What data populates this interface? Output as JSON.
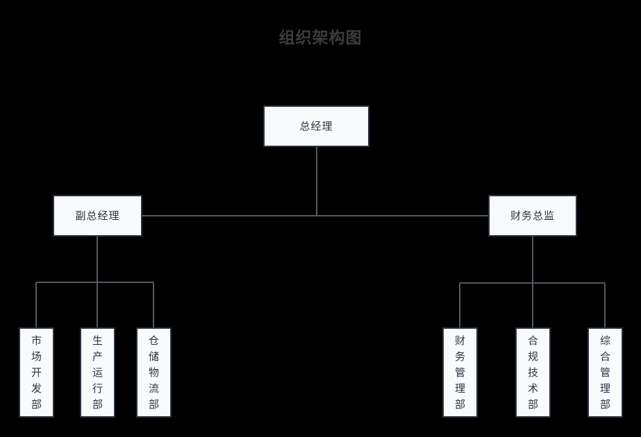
{
  "chart_data": {
    "type": "diagram",
    "diagram_kind": "organizational-chart",
    "title": "组织架构图",
    "orientation": "top-down",
    "background_color": "#000000",
    "node_fill_color": "#f9fafb",
    "node_border_color": "#2b3440",
    "node_text_color": "#2b3440",
    "title_color": "#3c3c3c",
    "connector_color": "#545a61",
    "levels": [
      {
        "level": 1,
        "nodes": [
          {
            "id": "gm",
            "label": "总经理"
          }
        ]
      },
      {
        "level": 2,
        "nodes": [
          {
            "id": "dgm",
            "label": "副总经理",
            "parent": "gm"
          },
          {
            "id": "cfo",
            "label": "财务总监",
            "parent": "gm"
          }
        ]
      },
      {
        "level": 3,
        "nodes": [
          {
            "id": "dept1",
            "label": "市场开发部",
            "parent": "dgm"
          },
          {
            "id": "dept2",
            "label": "生产运行部",
            "parent": "dgm"
          },
          {
            "id": "dept3",
            "label": "仓储物流部",
            "parent": "dgm"
          },
          {
            "id": "dept4",
            "label": "财务管理部",
            "parent": "cfo"
          },
          {
            "id": "dept5",
            "label": "合规技术部",
            "parent": "cfo"
          },
          {
            "id": "dept6",
            "label": "综合管理部",
            "parent": "cfo"
          }
        ]
      }
    ],
    "edges": [
      {
        "from": "gm",
        "to": "dgm"
      },
      {
        "from": "gm",
        "to": "cfo"
      },
      {
        "from": "dgm",
        "to": "dept1"
      },
      {
        "from": "dgm",
        "to": "dept2"
      },
      {
        "from": "dgm",
        "to": "dept3"
      },
      {
        "from": "cfo",
        "to": "dept4"
      },
      {
        "from": "cfo",
        "to": "dept5"
      },
      {
        "from": "cfo",
        "to": "dept6"
      }
    ]
  },
  "chart": {
    "title": "组织架构图",
    "root": {
      "label": "总经理"
    },
    "branches": [
      {
        "label": "副总经理"
      },
      {
        "label": "财务总监"
      }
    ],
    "departments": [
      {
        "label": "市场开发部"
      },
      {
        "label": "生产运行部"
      },
      {
        "label": "仓储物流部"
      },
      {
        "label": "财务管理部"
      },
      {
        "label": "合规技术部"
      },
      {
        "label": "综合管理部"
      }
    ]
  }
}
